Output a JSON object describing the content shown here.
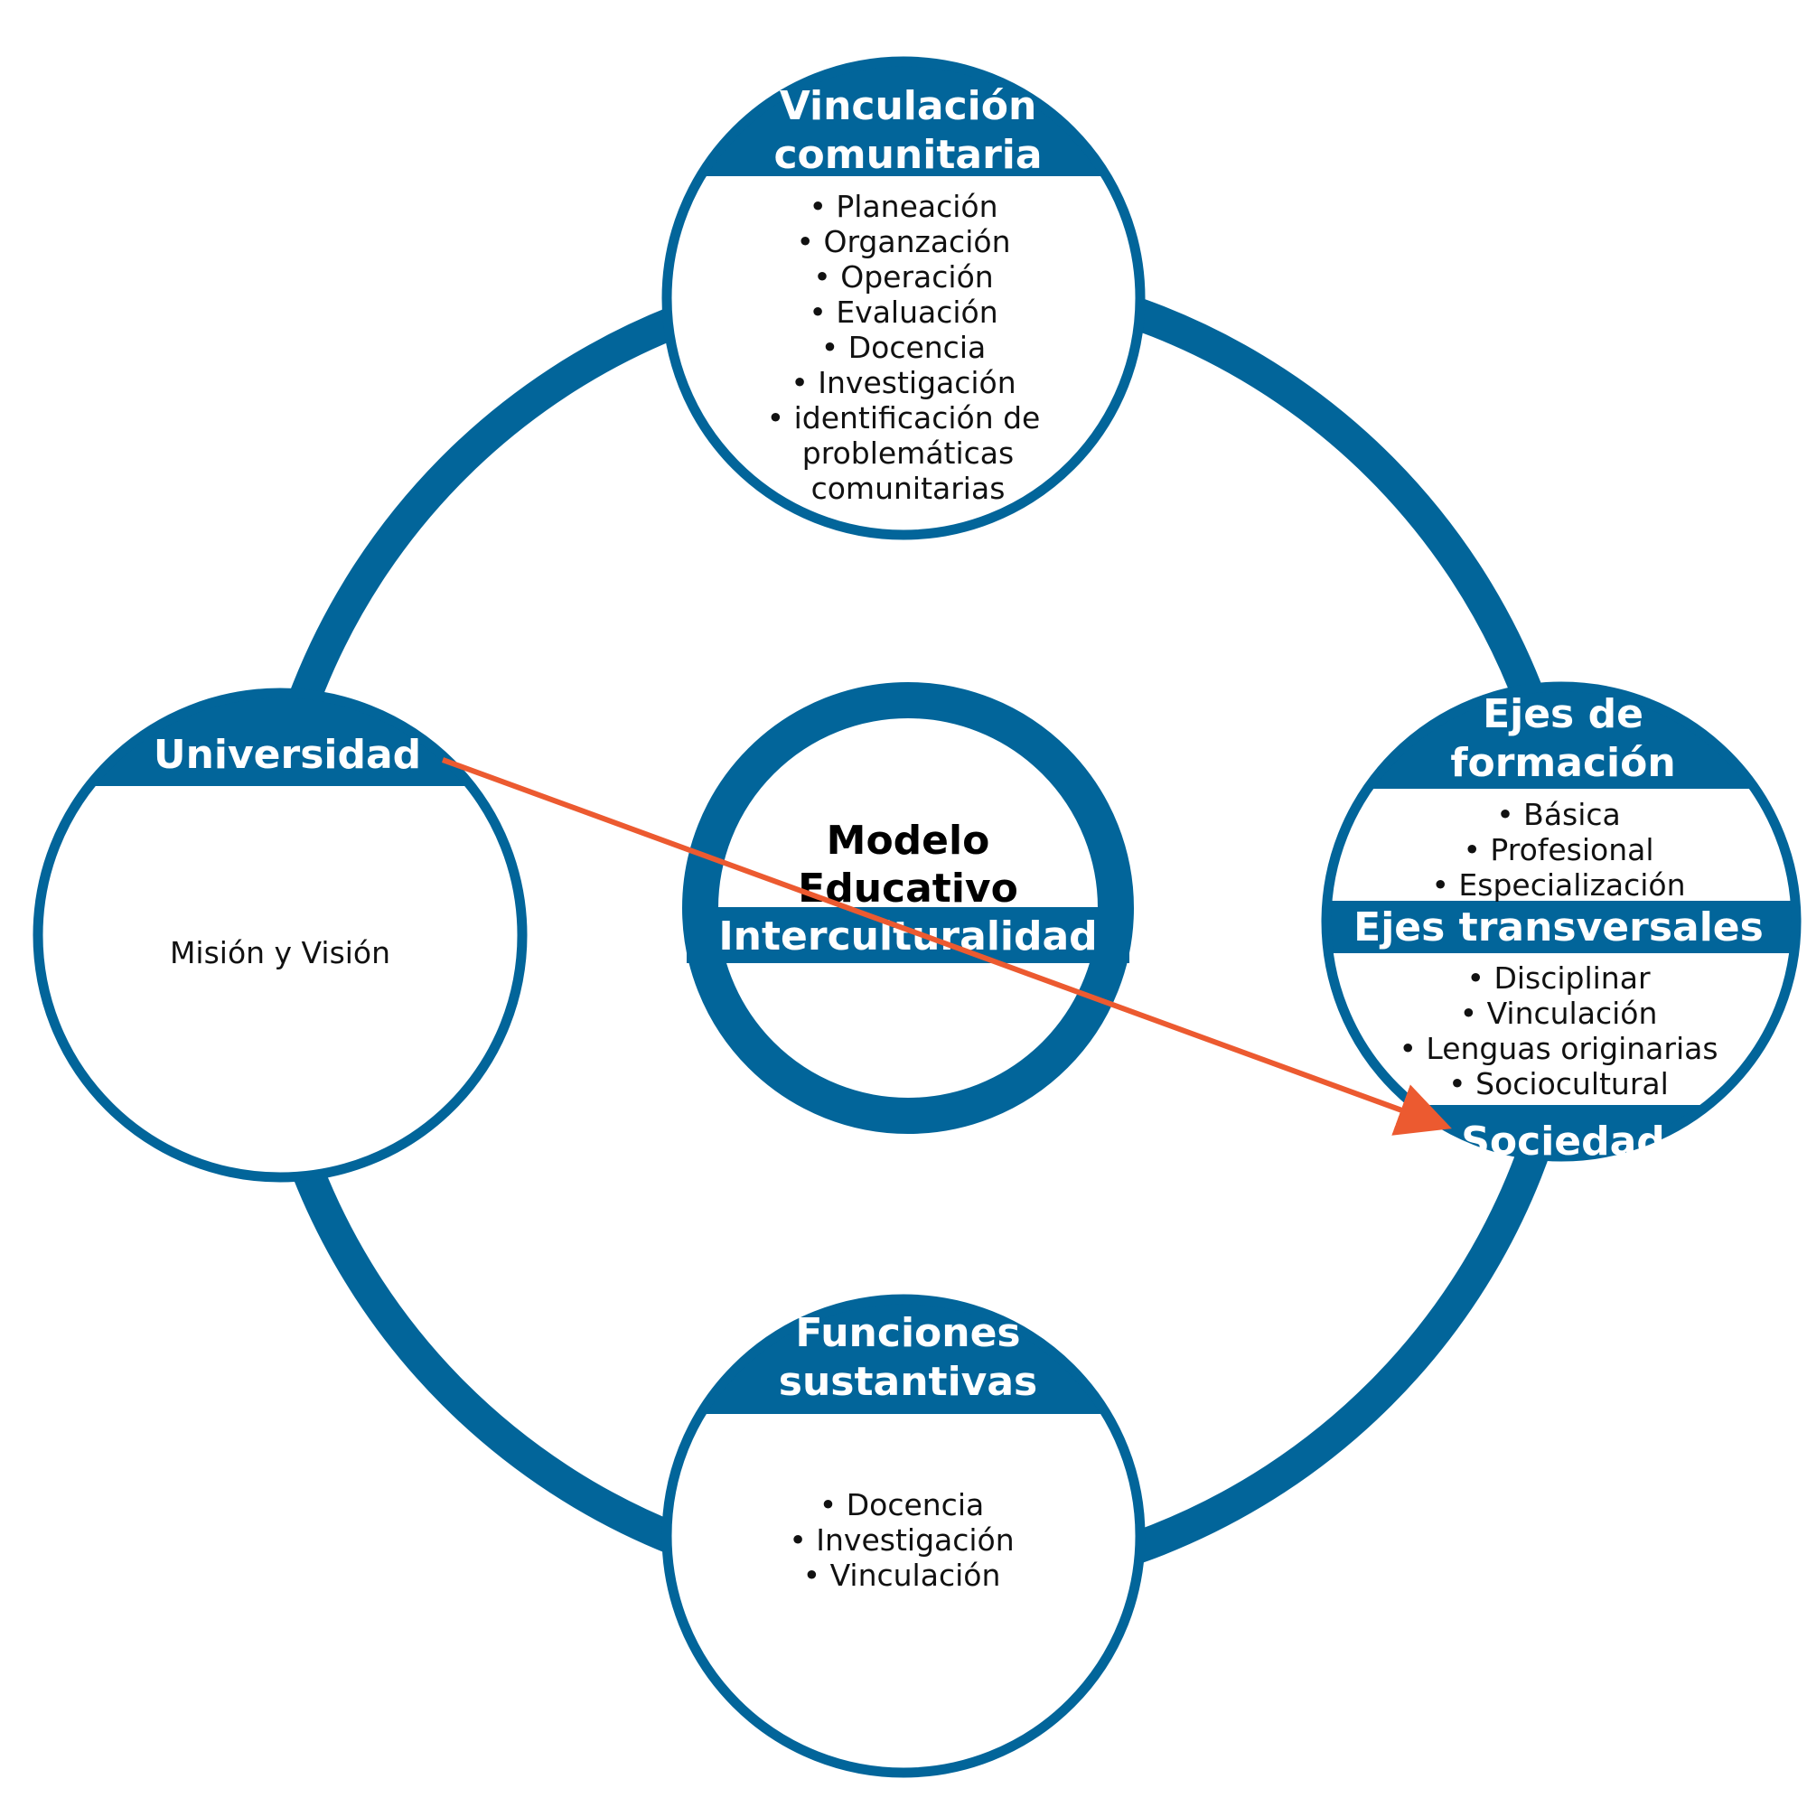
{
  "colors": {
    "blue": "#02659a",
    "arrow": "#ec5a30",
    "white": "#ffffff"
  },
  "top": {
    "title": [
      "Vinculación",
      "comunitaria"
    ],
    "items": [
      "• Planeación",
      "• Organzación",
      "• Operación",
      "• Evaluación",
      "• Docencia",
      "• Investigación",
      "• identificación de",
      "problemáticas",
      "comunitarias"
    ]
  },
  "left": {
    "title": "Universidad",
    "body": "Misión y Visión"
  },
  "center": {
    "title": [
      "Modelo",
      "Educativo"
    ],
    "band": "Interculturalidad"
  },
  "right": {
    "title": [
      "Ejes de",
      "formación"
    ],
    "items1": [
      "• Básica",
      "• Profesional",
      "• Especialización"
    ],
    "band": "Ejes transversales",
    "items2": [
      "• Disciplinar",
      "• Vinculación",
      "• Lenguas originarias",
      "• Sociocultural"
    ],
    "footer": "Sociedad"
  },
  "bottom": {
    "title": [
      "Funciones",
      "sustantivas"
    ],
    "items": [
      "• Docencia",
      "• Investigación",
      "• Vinculación"
    ]
  }
}
